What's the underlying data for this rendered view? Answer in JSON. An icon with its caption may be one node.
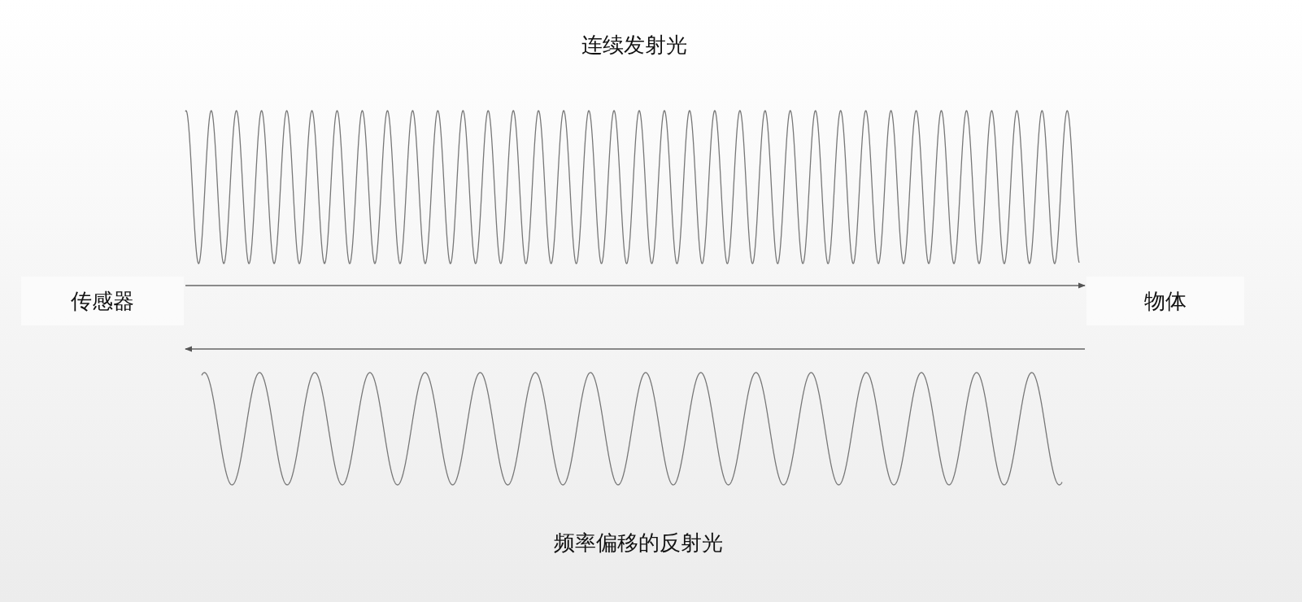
{
  "diagram": {
    "nodes": [
      {
        "text": [
          "传感器"
        ]
      },
      {
        "text": [
          "物体"
        ]
      }
    ],
    "edges": [
      {
        "from": 0,
        "to": 1,
        "arrow": "to"
      },
      {
        "from": 1,
        "to": 0,
        "arrow": "to"
      }
    ],
    "labels": [
      "连续发射光",
      "频率偏移的反射光"
    ]
  }
}
